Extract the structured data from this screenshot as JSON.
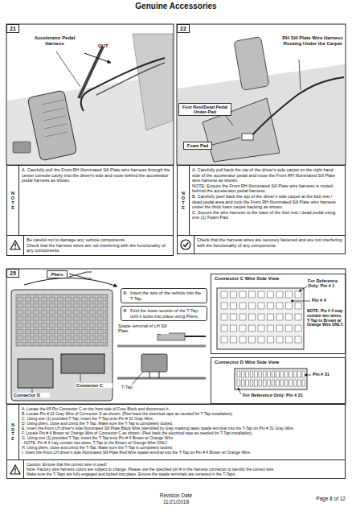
{
  "diagram": {
    "title": "Genuine Accessories",
    "nodes": [
      {
        "text": [
          "21"
        ]
      },
      {
        "text": [
          "22"
        ]
      },
      {
        "text": [
          "Foot Rest/Dead Pedal Under-Pad"
        ]
      },
      {
        "text": [
          "Foam Pad"
        ]
      },
      {
        "text": [
          "NOTE",
          "A. Carefully pull the Front RH Illuminated Sill Plate wire harness through the center console cavity into the driver's side and route behind the accelerator pedal harness as shown."
        ]
      },
      {
        "text": [
          "NOTE",
          "A. Carefully pull back the top of the driver's side carpet on the right hand side of the accelerator pedal and route the Front RH Illuminated Sill Plate wire harness as shown.",
          "NOTE: Ensure the Front RH Illuminated Sill Plate wire harness is routed behind the accelerator pedal harness.",
          "B. Carefully peel back the top of the driver's side carpet at the foot rest / dead pedal area and tuck the Front RH Illuminated Sill Plate wire harness under the thick foam carpet backing as shown.",
          "C. Secure the wire harness to the base of the foot rest / dead pedal using one (1) Foam Pad."
        ]
      },
      {
        "text": [
          "Be careful not to damage any vehicle components.",
          "Check that the harness wires are not interfering with the functionality of any components."
        ]
      },
      {
        "text": [
          "Check that the harness wires are securely fastened and are not interfering with the functionality of any components."
        ]
      },
      {
        "text": [
          "25"
        ]
      },
      {
        "text": [
          "Pliers"
        ]
      },
      {
        "text": [
          "①",
          "Insert the wire of the vehicle into the T-Tap."
        ]
      },
      {
        "text": [
          "②",
          "Fold the lower section of the T-Tap until it locks into place using Pliers."
        ]
      },
      {
        "text": [
          "Connector C Wire Side View"
        ]
      },
      {
        "text": [
          "Connector D Wire Side View"
        ]
      },
      {
        "text": [
          "NOTE",
          "A. Locate the 45 Pin Connector C on the front side of Fuse Block and disconnect it.",
          "B. Locate Pin # 31 Gray Wire of Connector D as shown. (Peel back the electrical tape as needed for T-Tap installation).",
          "C. Using one (1) provided T-Tap, insert the T-Tap onto Pin # 31 Gray Wire.",
          "D. Using pliers, close and crimp the T-Tap. Make sure the T-Tap is completely locked.",
          "E. Insert the Front LH driver's side Illuminated Sill Plate Black Wire (identified by Gray marking tape) spade terminal into the T-Tap on Pin # 31 Gray Wire.",
          "F. Locate Pin # 4 Brown w/ Orange Wire of Connector C as shown. (Peel back the electrical tape as needed for T-Tap installation).",
          "G. Using one (1) provided T-Tap, insert the T-Tap onto Pin # 4 Brown w/ Orange Wire.",
          "- NOTE: Pin # 4 may contain two wires; T-Tap to the Brown w/ Orange Wire ONLY",
          "H. Using pliers, close and crimp the T-Tap. Make sure the T-Tap is completely locked.",
          "I. Insert the Front LH driver's side Illuminated Sill Plate Red Wire spade terminal into the T-Tap on Pin # 4 Brown w/ Orange Wire."
        ]
      },
      {
        "text": [
          "Caution: Ensure that the correct wire is used!",
          "Note: Factory wire harness colors are subject to change. Please use the specified pin # in the harness connector to identify the correct wire.",
          "Make sure the T-Taps are fully engaged and locked into place. Ensure the spade terminals are centered in the T-Taps."
        ]
      }
    ],
    "labels": [
      "Accelerator Pedal Harness",
      "OUT",
      "RH Sill Plate Wire Harness Routing Under the Carpet",
      "Spade terminal of LH Sill Plate",
      "T-Tap",
      "Connector C",
      "Connector D",
      "For Reference Only: Pin # 1",
      "Pin # 4",
      "NOTE: Pin # 4 may contain two wires, T-Tap to Brown w/ Orange Wire ONLY.",
      "For Reference Only: Pin # 21",
      "Pin # 31",
      "Revision Date",
      "11/21/2018",
      "Page 8 of 12"
    ]
  }
}
